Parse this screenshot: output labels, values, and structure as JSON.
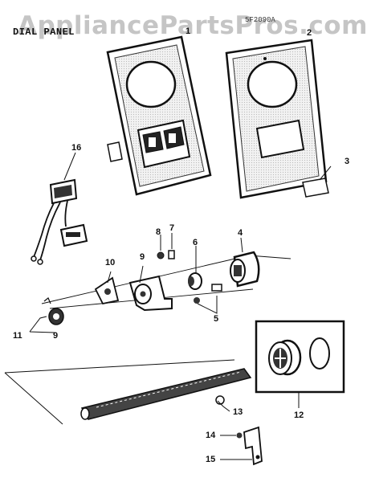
{
  "watermark": "AppliancePartsPros.com",
  "section_title": "DIAL PANEL",
  "header_code": "5F2090A",
  "callouts": {
    "c1": "1",
    "c2": "2",
    "c3": "3",
    "c4": "4",
    "c5": "5",
    "c6": "6",
    "c7": "7",
    "c8": "8",
    "c9": "9",
    "c9b": "9",
    "c10": "10",
    "c11": "11",
    "c12": "12",
    "c13": "13",
    "c14": "14",
    "c15": "15",
    "c16": "16"
  }
}
